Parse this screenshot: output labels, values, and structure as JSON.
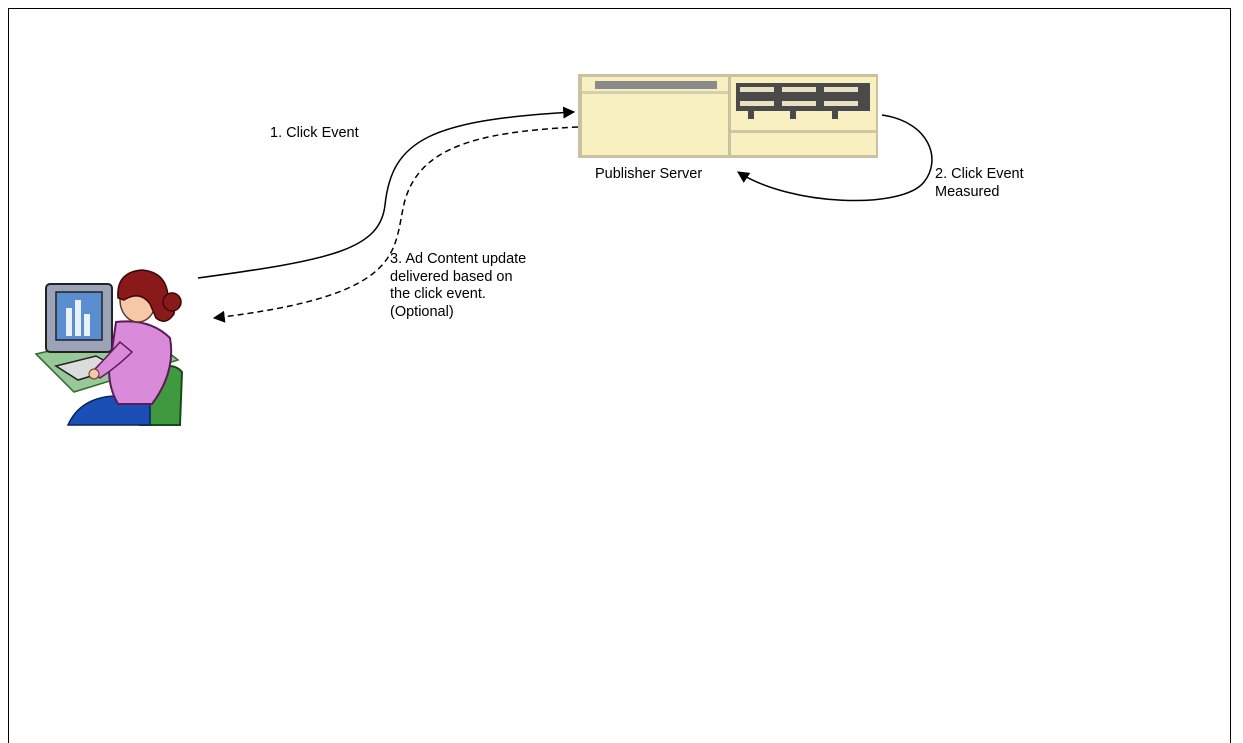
{
  "diagram": {
    "nodes": {
      "server": {
        "label": "Publisher Server",
        "icon": "server-icon"
      },
      "user": {
        "icon": "user-at-computer-icon"
      }
    },
    "steps": {
      "click": "1. Click Event",
      "measured": [
        "2. Click Event",
        "Measured"
      ],
      "ad_content": [
        "3. Ad Content update",
        "delivered based on",
        "the click event.",
        "(Optional)"
      ]
    },
    "colors": {
      "server_body": "#f8f0c0",
      "server_shadow": "#8a8a8a",
      "shirt": "#d98ad8",
      "hair": "#8a1a1a",
      "monitor": "#9aa3b8",
      "screen": "#3a6fb0",
      "chair": "#2e8a2e",
      "pants": "#1b4fb5"
    }
  }
}
